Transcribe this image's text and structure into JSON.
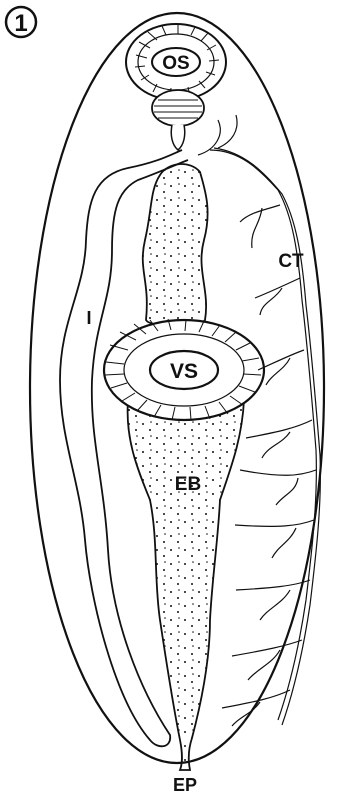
{
  "figure_number": "1",
  "labels": {
    "oral_sucker": "OS",
    "ventral_sucker": "VS",
    "excretory_bladder": "EB",
    "collecting_tubules": "CT",
    "intestine": "I",
    "excretory_pore": "EP"
  },
  "colors": {
    "ink": "#111111",
    "background": "#ffffff"
  }
}
